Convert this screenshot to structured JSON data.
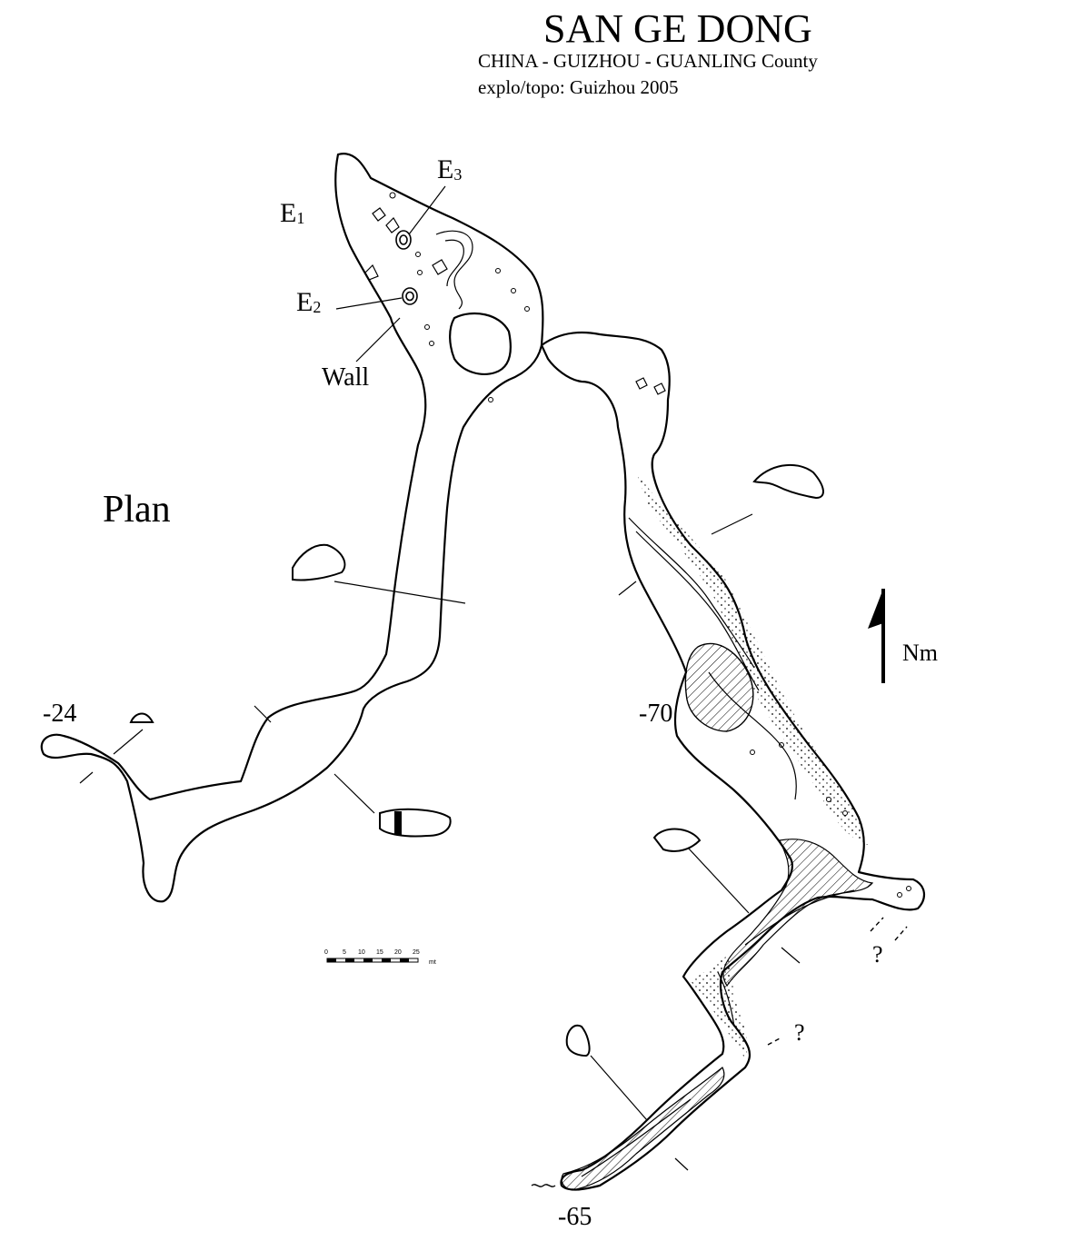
{
  "title": "SAN GE DONG",
  "subtitle_location": "CHINA - GUIZHOU - GUANLING County",
  "subtitle_credits": "explo/topo: Guizhou 2005",
  "view_label": "Plan",
  "entrances": [
    {
      "letter": "E",
      "number": "1"
    },
    {
      "letter": "E",
      "number": "2"
    },
    {
      "letter": "E",
      "number": "3"
    }
  ],
  "wall_label": "Wall",
  "depths": [
    "-24",
    "-70",
    "-65"
  ],
  "unknown_marks": [
    "?",
    "?"
  ],
  "north_label": "Nm",
  "scale_bar": {
    "ticks": [
      "0",
      "5",
      "10",
      "15",
      "20",
      "25"
    ],
    "unit": "mt"
  }
}
